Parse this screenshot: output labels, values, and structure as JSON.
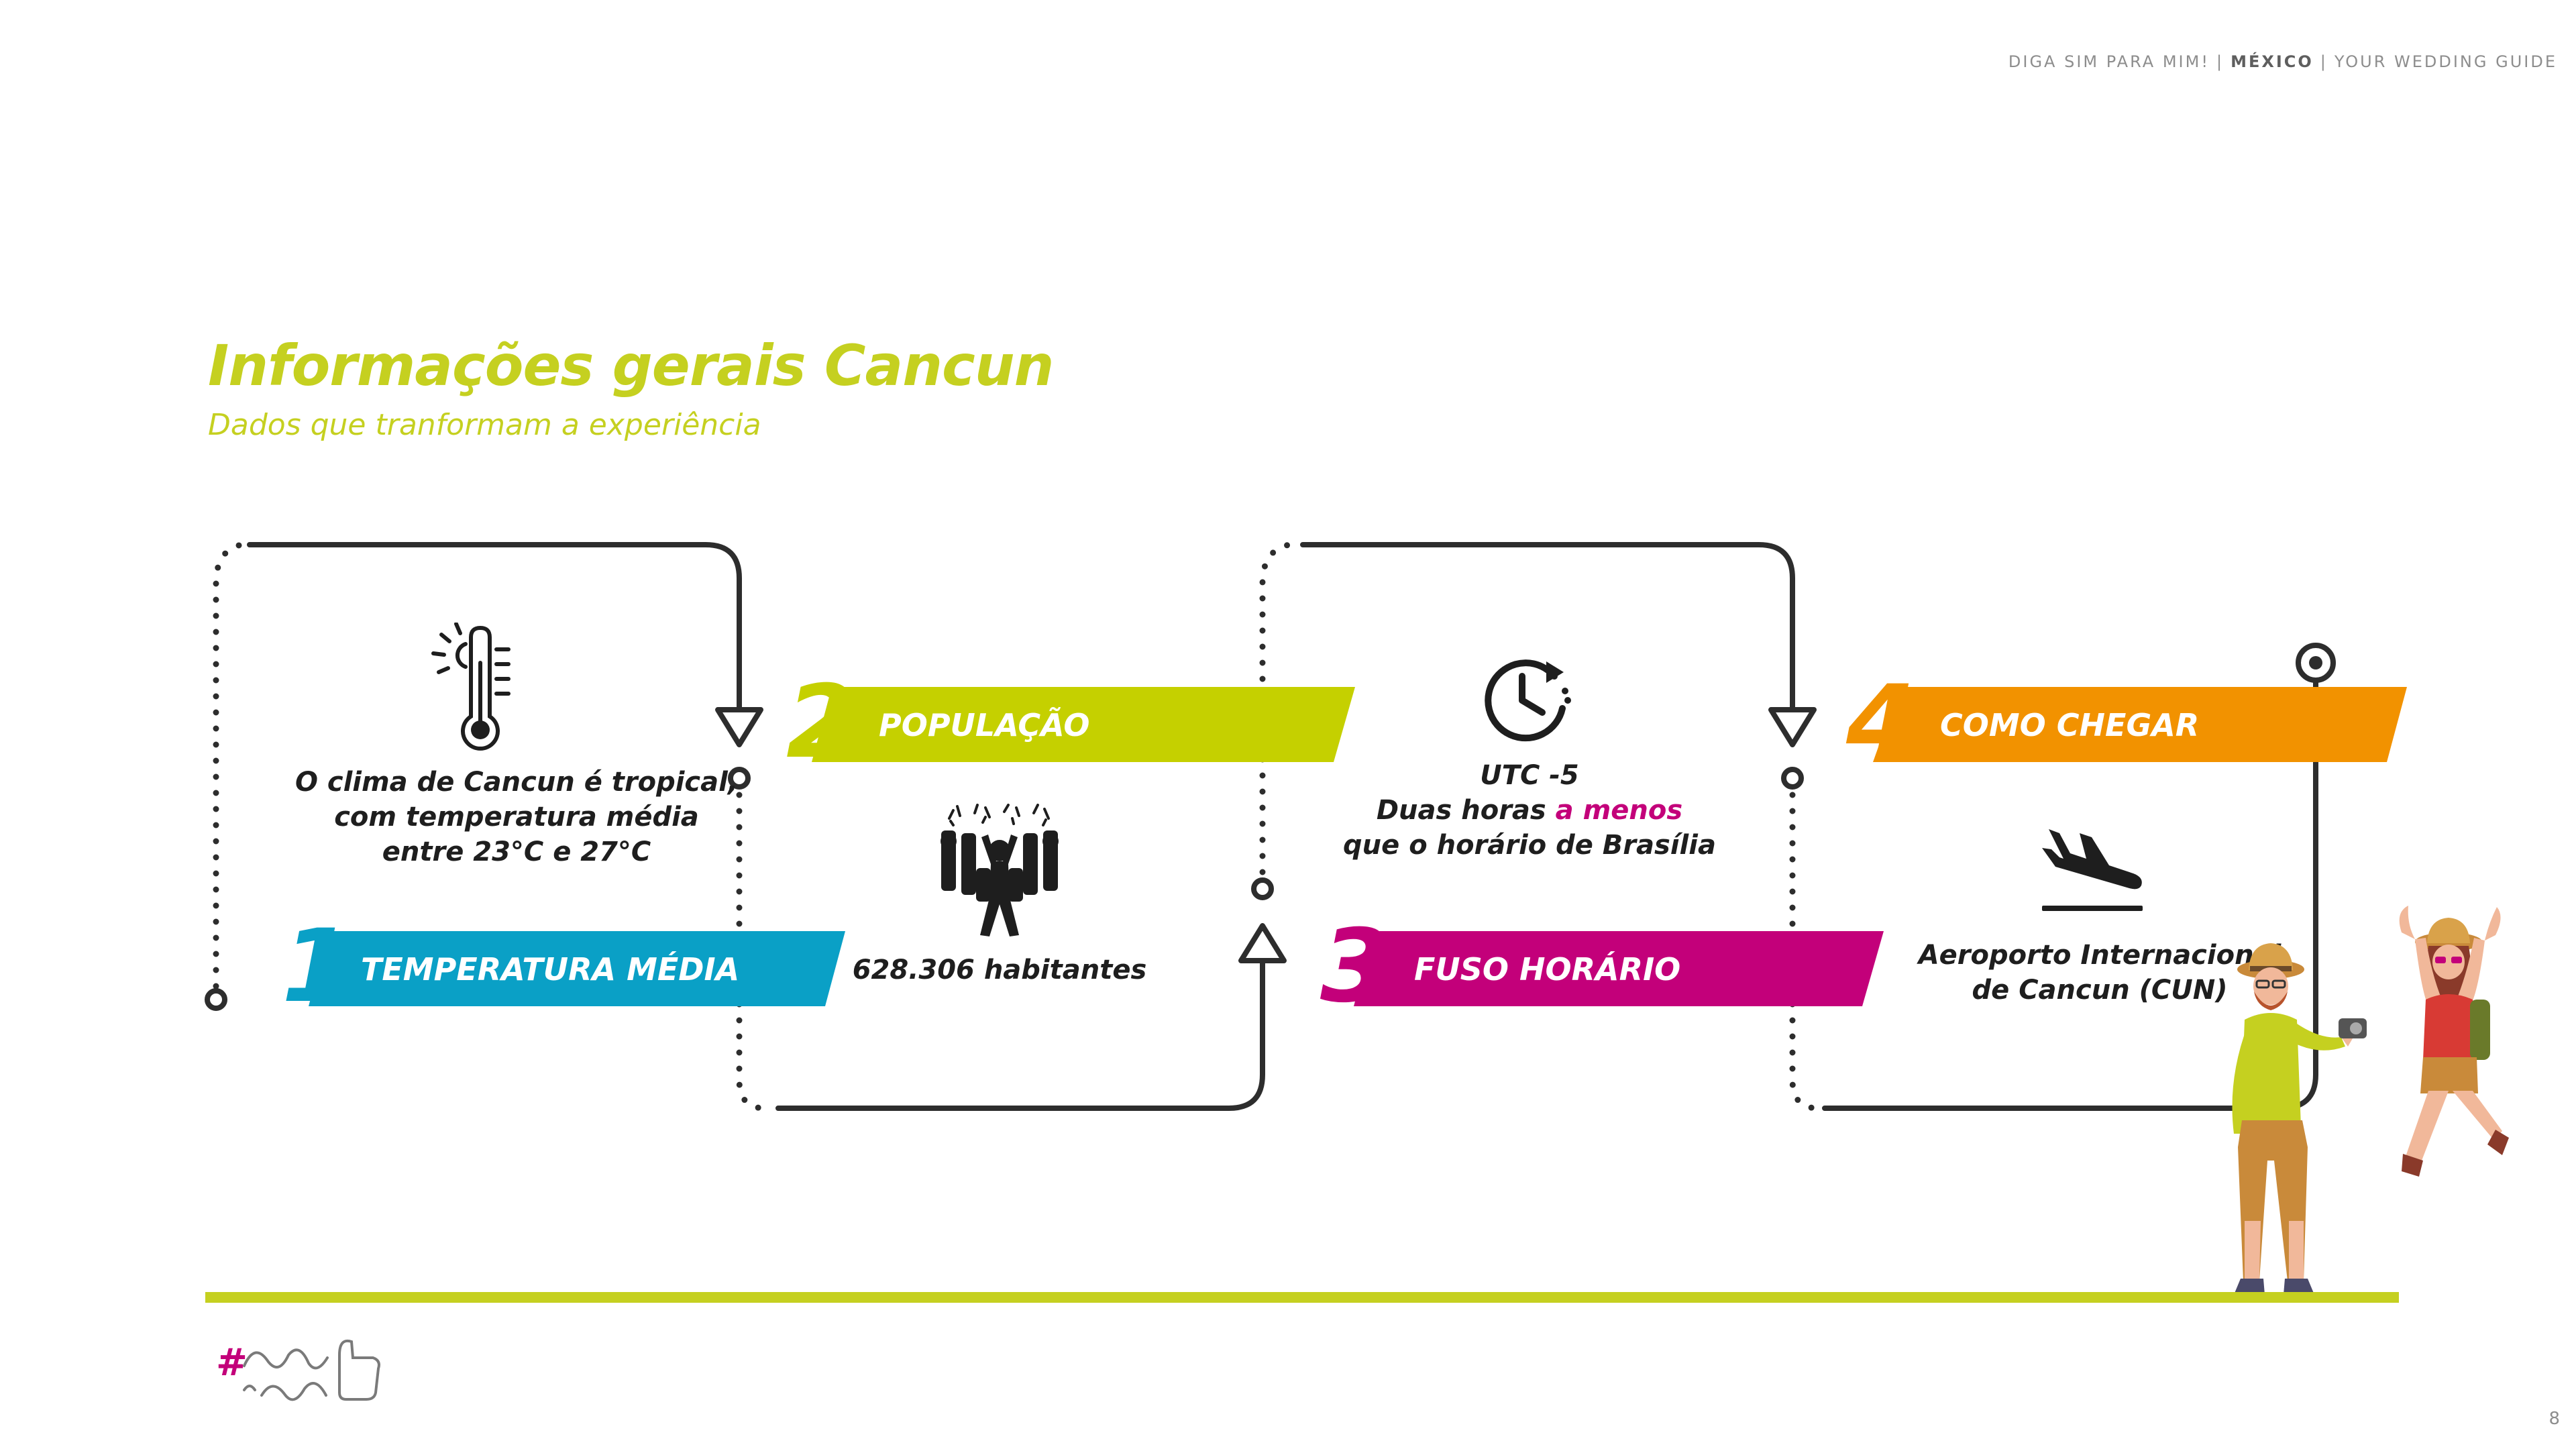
{
  "header": {
    "part1": "DIGA SIM PARA MIM!",
    "separator": "|",
    "part2": "MÉXICO",
    "part3": "YOUR WEDDING GUIDE"
  },
  "title": "Informações gerais Cancun",
  "subtitle": "Dados que tranformam a experiência",
  "steps": [
    {
      "number": "1",
      "label": "TEMPERATURA MÉDIA",
      "lines": [
        "O clima de Cancun é tropical,",
        "com temperatura média",
        "entre 23°C e 27°C"
      ],
      "icon": "thermometer-icon",
      "color": "#0aa0c6"
    },
    {
      "number": "2",
      "label": "POPULAÇÃO",
      "lines": [
        "628.306 habitantes"
      ],
      "icon": "crowd-icon",
      "color": "#c5d000"
    },
    {
      "number": "3",
      "label": "FUSO HORÁRIO",
      "line1": "UTC -5",
      "line2_pre": "Duas horas ",
      "line2_highlight": "a menos",
      "line3": "que o horário de Brasília",
      "icon": "clock-icon",
      "color": "#c3007a"
    },
    {
      "number": "4",
      "label": "COMO CHEGAR",
      "lines": [
        "Aeroporto Internacional",
        "de Cancun (CUN)"
      ],
      "icon": "airplane-landing-icon",
      "color": "#f29200"
    }
  ],
  "page_number": "8",
  "colors": {
    "accent_green": "#c5d020",
    "line": "#2d2d2d",
    "highlight": "#c3007a"
  }
}
